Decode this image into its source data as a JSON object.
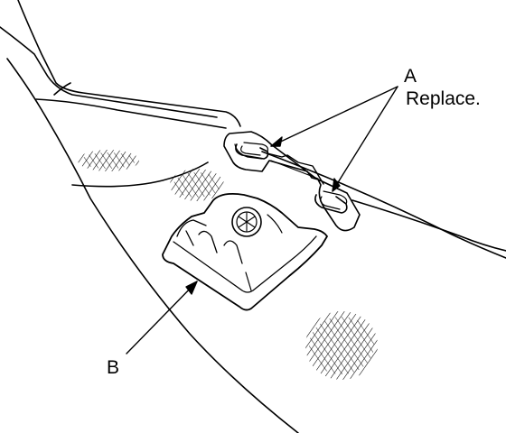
{
  "callouts": {
    "a": {
      "letter": "A",
      "note": "Replace."
    },
    "b": {
      "letter": "B"
    }
  },
  "colors": {
    "ink": "#000000",
    "paper": "#ffffff"
  }
}
